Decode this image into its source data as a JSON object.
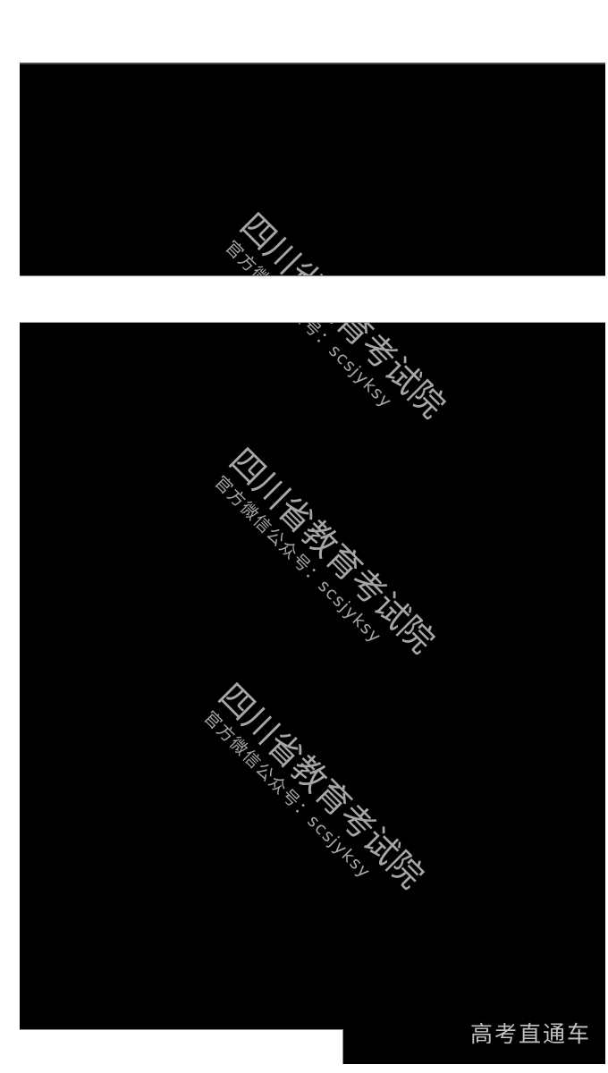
{
  "page": {
    "background_color": "#ffffff",
    "image_block_color": "#000000"
  },
  "watermark": {
    "line1": "四川省教育考试院",
    "line2": "官方微信公众号：scsjyksy",
    "color": "#a6a6a6",
    "rotation_deg": 45,
    "tile_count_visible": 3
  },
  "footer": {
    "brand": "高考直通车",
    "color": "#c3c3c3"
  }
}
